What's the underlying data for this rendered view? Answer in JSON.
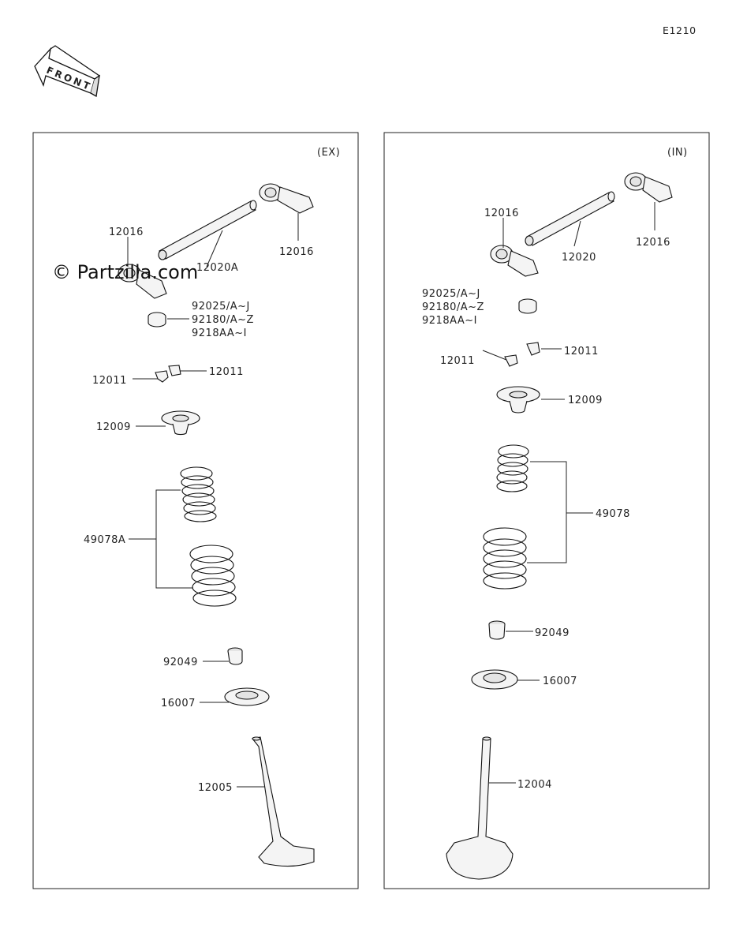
{
  "diagram_code": "E1210",
  "front_arrow": "FRONT",
  "watermark": "© Partzilla.com",
  "ex_panel": {
    "tag": "(EX)",
    "labels": {
      "rocker_left": "12016",
      "rocker_right": "12016",
      "shaft": "12020A",
      "shim1": "92025/A~J",
      "shim2": "92180/A~Z",
      "shim3": "9218AA~I",
      "cotter_left": "12011",
      "cotter_right": "12011",
      "retainer": "12009",
      "spring": "49078A",
      "seal": "92049",
      "seat": "16007",
      "valve": "12005"
    }
  },
  "in_panel": {
    "tag": "(IN)",
    "labels": {
      "rocker_left": "12016",
      "rocker_right": "12016",
      "shaft": "12020",
      "shim1": "92025/A~J",
      "shim2": "92180/A~Z",
      "shim3": "9218AA~I",
      "cotter_left": "12011",
      "cotter_right": "12011",
      "retainer": "12009",
      "spring": "49078",
      "seal": "92049",
      "seat": "16007",
      "valve": "12004"
    }
  }
}
